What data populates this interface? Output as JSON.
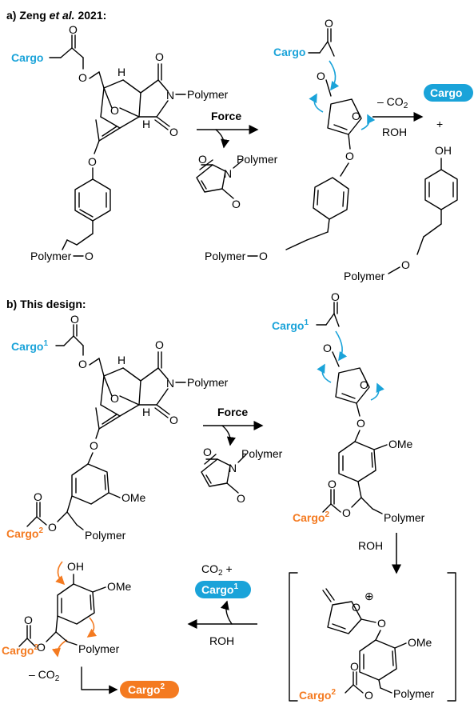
{
  "colors": {
    "cargo1": "#1aa3d9",
    "cargo2": "#f47a20",
    "text": "#000000"
  },
  "section_a": {
    "title": "a) Zeng ",
    "title_italic": "et al.",
    "title_year": " 2021:",
    "cargo": "Cargo",
    "polymer": "Polymer",
    "force": "Force",
    "minus_co2": "– CO",
    "co2_sub": "2",
    "roh": "ROH",
    "plus": "+",
    "product_cargo": "Cargo",
    "oh": "OH",
    "o": "O",
    "n": "N",
    "h": "H"
  },
  "section_b": {
    "title": "b) This design:",
    "cargo": "Cargo",
    "sup1": "1",
    "sup2": "2",
    "polymer": "Polymer",
    "force": "Force",
    "ome": "OMe",
    "roh": "ROH",
    "co2_plus": "CO",
    "co2_sub": "2",
    "co2_plus_sign": " +",
    "minus_co2": "– CO",
    "oh": "OH",
    "o": "O",
    "n": "N",
    "h": "H",
    "oplus": "⊕"
  }
}
